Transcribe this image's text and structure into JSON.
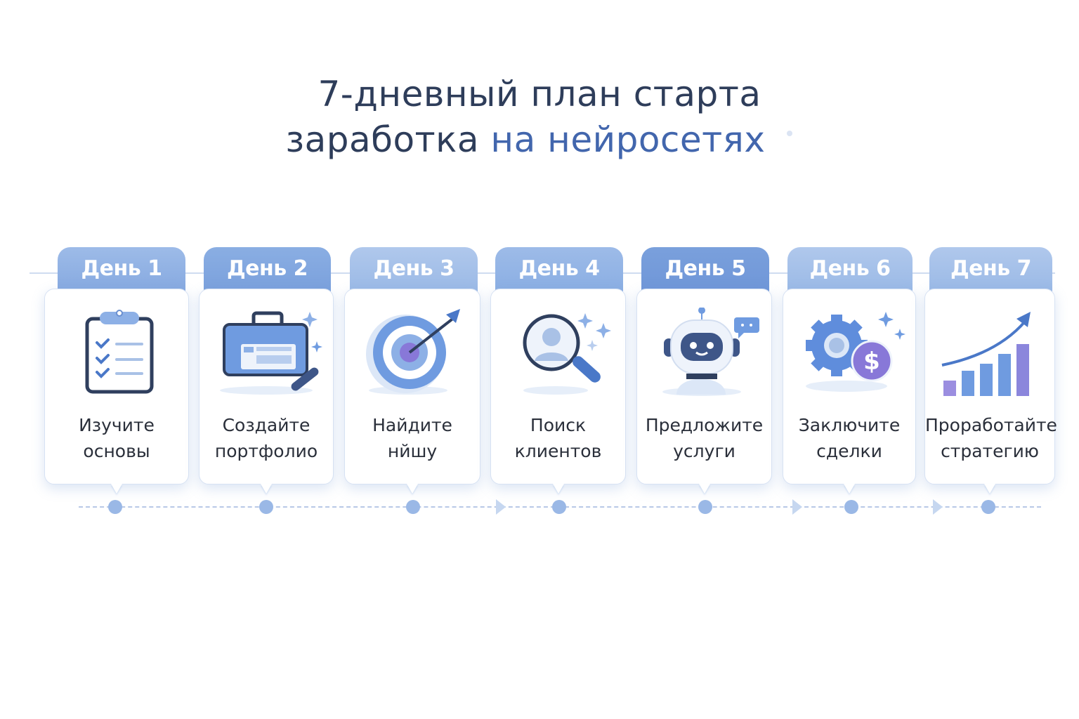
{
  "title": {
    "line1": "7-дневный план старта",
    "line2_plain": "заработка",
    "line2_accent": "на нейросетях"
  },
  "colors": {
    "title": "#2e3d5a",
    "accent": "#4266ad",
    "tab": "#8aaee3",
    "tab_dark": "#7aa0dc",
    "dot": "#9ab8e6"
  },
  "days": [
    {
      "tab": "День 1",
      "line1": "Изучите",
      "line2": "основы",
      "icon": "clipboard-checklist-icon"
    },
    {
      "tab": "День 2",
      "line1": "Создайте",
      "line2": "портфолио",
      "icon": "portfolio-briefcase-icon"
    },
    {
      "tab": "День 3",
      "line1": "Найдите",
      "line2": "нйшу",
      "icon": "target-icon"
    },
    {
      "tab": "День 4",
      "line1": "Поиск",
      "line2": "клиентов",
      "icon": "magnifier-user-icon"
    },
    {
      "tab": "День 5",
      "line1": "Предложите",
      "line2": "услуги",
      "icon": "robot-icon"
    },
    {
      "tab": "День 6",
      "line1": "Заключите",
      "line2": "сделки",
      "icon": "gear-dollar-icon"
    },
    {
      "tab": "День 7",
      "line1": "Проработайте",
      "line2": "стратегию",
      "icon": "growth-chart-icon"
    }
  ]
}
